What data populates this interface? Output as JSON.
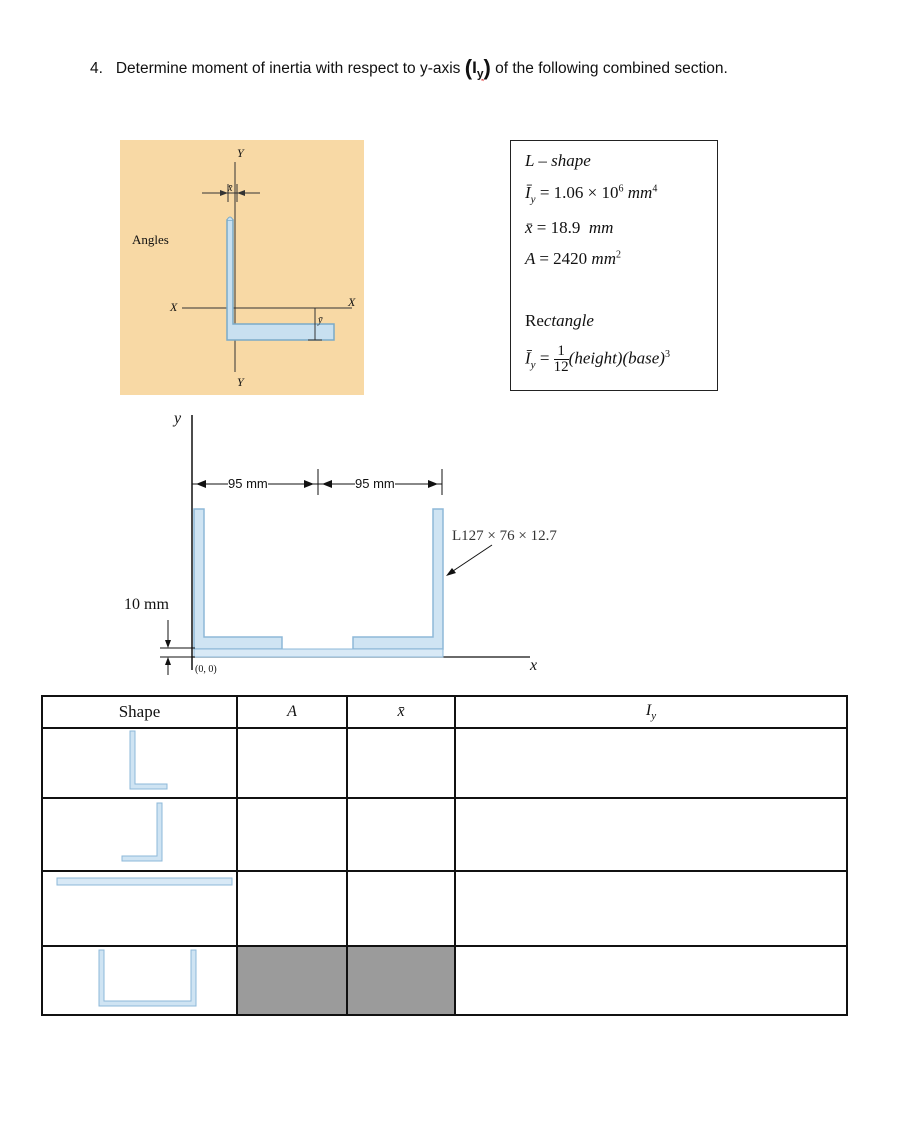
{
  "question": {
    "number": "4.",
    "text_before": "Determine moment of inertia with respect to y-axis",
    "symbol": "I",
    "symbol_sub": "y",
    "text_after": "of the following combined section."
  },
  "angles_figure": {
    "label": "Angles",
    "axis_y_top": "Y",
    "axis_y_bottom": "Y",
    "axis_x_left": "X",
    "axis_x_right": "X",
    "xbar": "x̄",
    "ybar": "ȳ"
  },
  "properties": {
    "l_shape_title": "L – shape",
    "l_iy": "Ī",
    "l_iy_sub": "y",
    "l_iy_value": "= 1.06 × 10",
    "l_iy_exp": "6",
    "l_iy_unit": "mm",
    "l_iy_unit_exp": "4",
    "l_xbar": "x̄",
    "l_xbar_value": "= 18.9",
    "l_xbar_unit": "mm",
    "l_area": "A",
    "l_area_value": "= 2420",
    "l_area_unit": "mm",
    "l_area_unit_exp": "2",
    "rect_title_a": "Re",
    "rect_title_b": "ctangle",
    "rect_iy": "Ī",
    "rect_iy_sub": "y",
    "rect_eq": "=",
    "rect_num": "1",
    "rect_den": "12",
    "rect_formula": "(height)(base)",
    "rect_exp": "3"
  },
  "section_figure": {
    "y_axis": "y",
    "x_axis": "x",
    "dim_left": "95 mm",
    "dim_right": "95 mm",
    "thickness": "10 mm",
    "origin": "(0, 0)",
    "angle_designation": "L127 × 76 × 12.7"
  },
  "table": {
    "headers": {
      "shape": "Shape",
      "area": "A",
      "xbar": "x̄",
      "iy": "I",
      "iy_sub": "y"
    },
    "rows": [
      "L-shape left",
      "L-shape right",
      "Rectangle plate",
      "Combined section"
    ]
  }
}
